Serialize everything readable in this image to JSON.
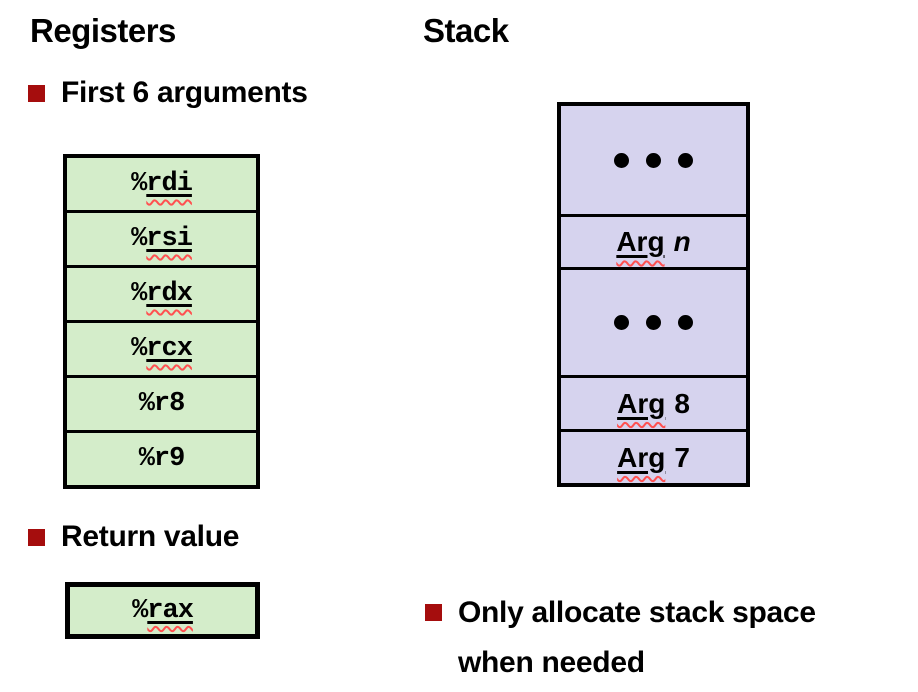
{
  "slide": {
    "background": "#ffffff"
  },
  "colors": {
    "register_box_fill": "#d4edca",
    "stack_box_fill": "#d6d3ee",
    "bullet_square": "#a50d0d",
    "box_border": "#000000",
    "squiggle_underline": "#ff5050",
    "text": "#000000"
  },
  "registers": {
    "title": "Registers",
    "bullet_first6": "First 6 arguments",
    "bullet_return": "Return value",
    "items": [
      {
        "prefix": "%",
        "name": "rdi"
      },
      {
        "prefix": "%",
        "name": "rsi"
      },
      {
        "prefix": "%",
        "name": "rdx"
      },
      {
        "prefix": "%",
        "name": "rcx"
      },
      {
        "prefix": "%",
        "name": "r8"
      },
      {
        "prefix": "%",
        "name": "r9"
      }
    ],
    "return_register": {
      "prefix": "%",
      "name": "rax"
    }
  },
  "stack": {
    "title": "Stack",
    "cells": [
      {
        "type": "ellipsis"
      },
      {
        "type": "arg",
        "word": "Arg",
        "suffix": "n"
      },
      {
        "type": "ellipsis"
      },
      {
        "type": "arg",
        "word": "Arg",
        "suffix": "8"
      },
      {
        "type": "arg",
        "word": "Arg",
        "suffix": "7"
      }
    ],
    "note_line1": "Only allocate stack space",
    "note_line2": "when needed"
  }
}
